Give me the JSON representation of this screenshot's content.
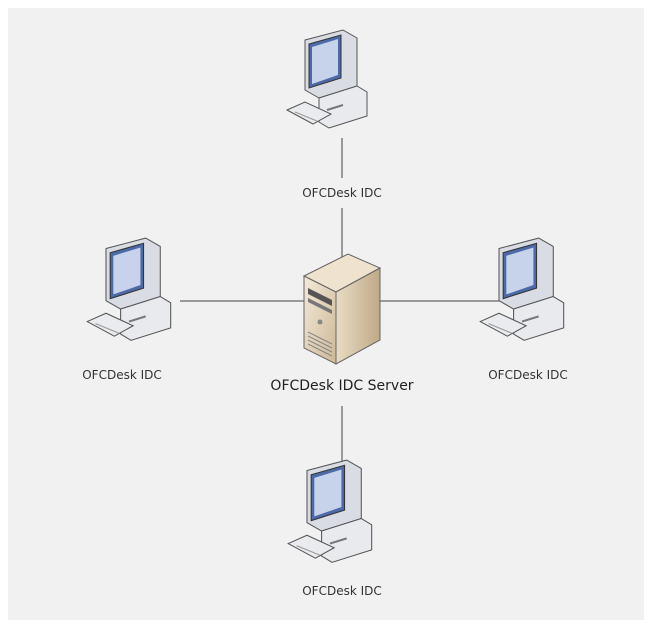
{
  "diagram": {
    "center": {
      "label": "OFCDesk IDC Server",
      "kind": "server"
    },
    "clients": [
      {
        "id": "top",
        "label": "OFCDesk IDC"
      },
      {
        "id": "left",
        "label": "OFCDesk IDC"
      },
      {
        "id": "right",
        "label": "OFCDesk IDC"
      },
      {
        "id": "bottom",
        "label": "OFCDesk IDC"
      }
    ],
    "colors": {
      "background": "#f1f1f1",
      "line": "#444444",
      "server_body": "#e8d9c0",
      "computer_shell": "#e6e8ec",
      "screen": "#4d6aa8"
    }
  }
}
